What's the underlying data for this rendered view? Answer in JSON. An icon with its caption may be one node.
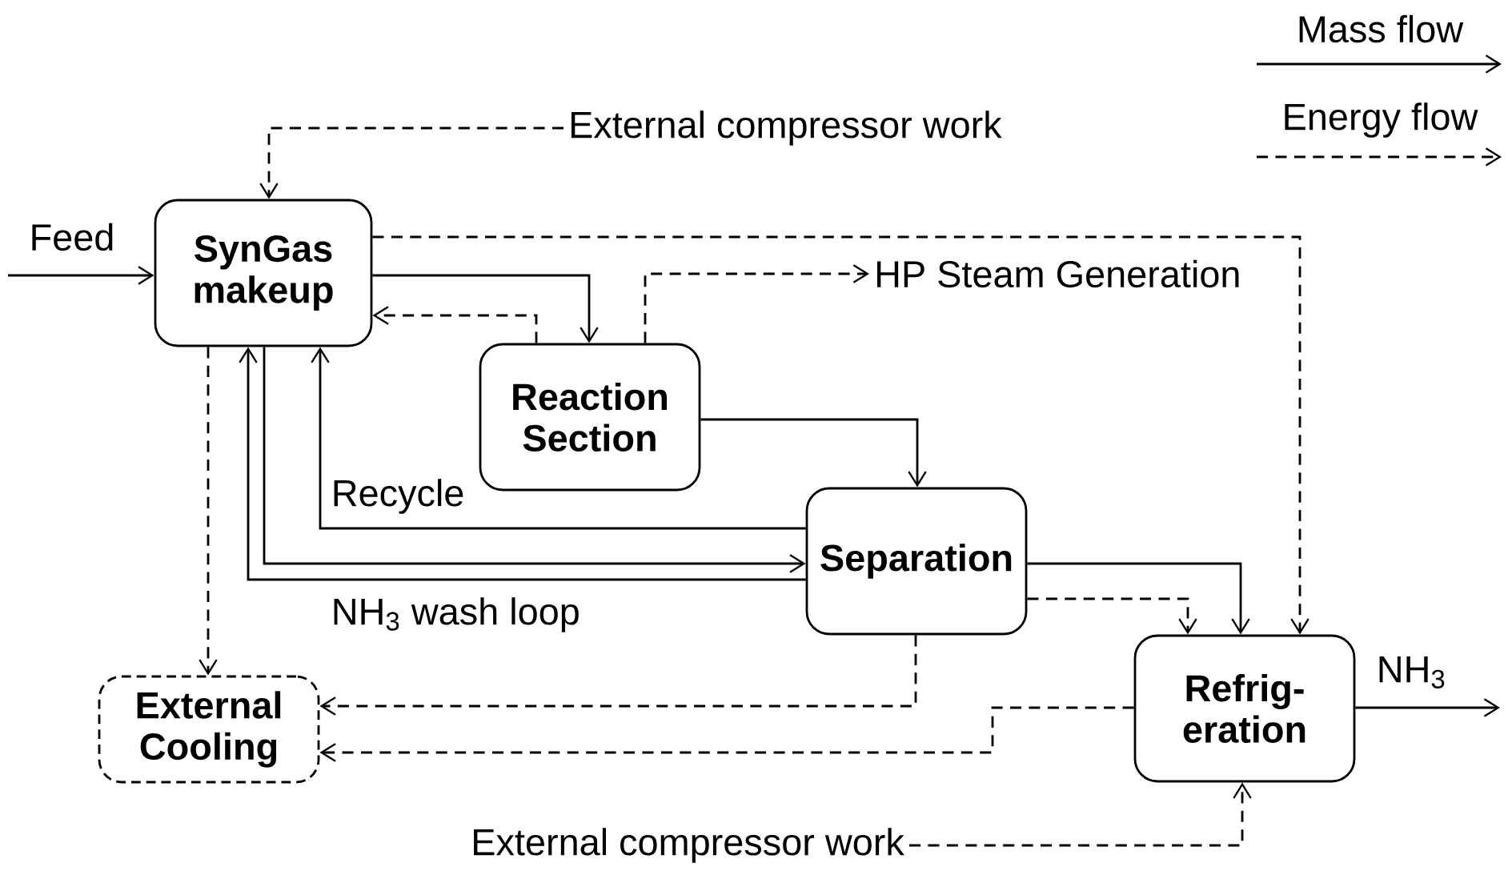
{
  "diagram": {
    "nodes": [
      {
        "text": [
          "SynGas makeup"
        ]
      },
      {
        "text": [
          "Reaction Section"
        ]
      },
      {
        "text": [
          "Separation"
        ]
      },
      {
        "text": [
          "Refrig- eration"
        ]
      },
      {
        "text": [
          "External Cooling"
        ]
      },
      {
        "text": [
          "External compressor work"
        ]
      },
      {
        "text": [
          "HP Steam Generation"
        ]
      },
      {
        "text": [
          "External compressor work"
        ]
      }
    ],
    "edges": [
      {
        "from": null,
        "to": 0,
        "arrow": "to",
        "label": "Feed"
      },
      {
        "from": 5,
        "to": 0,
        "arrow": "to",
        "style": "dashed"
      },
      {
        "from": 0,
        "to": 1,
        "arrow": "to"
      },
      {
        "from": 1,
        "to": 0,
        "arrow": "to",
        "style": "dashed"
      },
      {
        "from": 1,
        "to": 6,
        "arrow": "to",
        "style": "dashed"
      },
      {
        "from": 0,
        "to": 3,
        "arrow": "to",
        "style": "dashed"
      },
      {
        "from": 1,
        "to": 2,
        "arrow": "to"
      },
      {
        "from": 2,
        "to": 0,
        "arrow": "to",
        "label": "Recycle"
      },
      {
        "from": 0,
        "to": 2,
        "arrow": "to"
      },
      {
        "from": 2,
        "to": 0,
        "arrow": "to",
        "label": "NH$_{3}$ wash loop"
      },
      {
        "from": 0,
        "to": 4,
        "arrow": "to",
        "style": "dashed"
      },
      {
        "from": 2,
        "to": 3,
        "arrow": "to"
      },
      {
        "from": 2,
        "to": 3,
        "arrow": "to",
        "style": "dashed"
      },
      {
        "from": 2,
        "to": 4,
        "arrow": "to",
        "style": "dashed"
      },
      {
        "from": 3,
        "to": 4,
        "arrow": "to",
        "style": "dashed"
      },
      {
        "from": 3,
        "to": null,
        "arrow": "to",
        "label": "NH$_{3}$"
      },
      {
        "from": 7,
        "to": 3,
        "arrow": "to",
        "style": "dashed"
      }
    ],
    "legend": [
      {
        "text": "Mass flow"
      },
      {
        "text": "Energy flow"
      }
    ]
  }
}
